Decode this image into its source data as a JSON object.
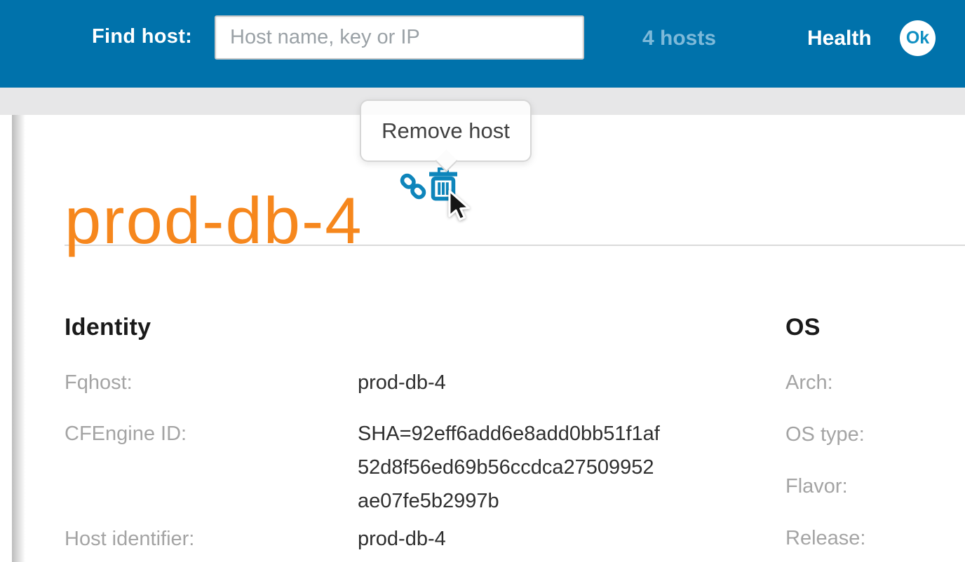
{
  "header": {
    "find_host_label": "Find host:",
    "search": {
      "placeholder": "Host name, key or IP",
      "value": ""
    },
    "hosts_count_link": "4 hosts",
    "health_label": "Health",
    "health_status": "Ok"
  },
  "tooltip": {
    "text": "Remove host"
  },
  "host": {
    "title": "prod-db-4"
  },
  "sections": {
    "identity": {
      "heading": "Identity",
      "rows": [
        {
          "label": "Fqhost:",
          "value": "prod-db-4"
        },
        {
          "label": "CFEngine ID:",
          "value": "SHA=92eff6add6e8add0bb51f1af\n52d8f56ed69b56ccdca27509952\nae07fe5b2997b"
        },
        {
          "label": "Host identifier:",
          "value": "prod-db-4"
        }
      ]
    },
    "os": {
      "heading": "OS",
      "rows": [
        {
          "label": "Arch:",
          "value": ""
        },
        {
          "label": "OS type:",
          "value": ""
        },
        {
          "label": "Flavor:",
          "value": ""
        },
        {
          "label": "Release:",
          "value": ""
        }
      ]
    }
  },
  "icons": {
    "link": "link-icon",
    "trash": "trash-icon",
    "cursor": "cursor-icon"
  },
  "colors": {
    "header_blue": "#0072ab",
    "accent_orange": "#f6871d",
    "icon_blue": "#0e85bb",
    "hosts_link_blue": "#7db9d9",
    "ok_text_blue": "#0f8fc2",
    "strip_gray": "#e7e7e8",
    "label_gray": "#a4a4a4",
    "value_dark": "#2f2f2f"
  }
}
